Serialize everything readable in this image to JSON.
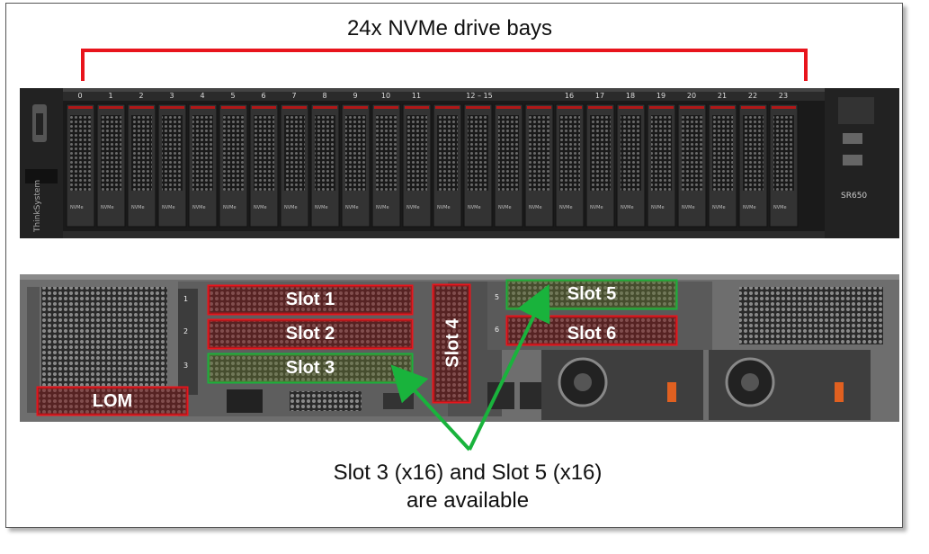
{
  "title": "24x NVMe drive bays",
  "front": {
    "bay_labels": [
      "0",
      "1",
      "2",
      "3",
      "4",
      "5",
      "6",
      "7",
      "8",
      "9",
      "10",
      "11",
      "12 – 15",
      "16",
      "17",
      "18",
      "19",
      "20",
      "21",
      "22",
      "23"
    ],
    "nvme_tag": "NVMe",
    "brand": "ThinkSystem",
    "model": "SR650"
  },
  "slots": {
    "slot1": "Slot 1",
    "slot2": "Slot 2",
    "slot3": "Slot 3",
    "slot4": "Slot 4",
    "slot5": "Slot 5",
    "slot6": "Slot 6",
    "lom": "LOM"
  },
  "riser_labels": [
    "1",
    "2",
    "3",
    "5",
    "6"
  ],
  "caption": {
    "line1": "Slot 3 (x16) and Slot 5 (x16)",
    "line2": "are available"
  },
  "colors": {
    "used_border": "#e8141c",
    "available_border": "#19b33c",
    "used_fill": "#7a1e1e",
    "available_fill": "#5c6a32",
    "chassis": "#2b2b2b"
  }
}
